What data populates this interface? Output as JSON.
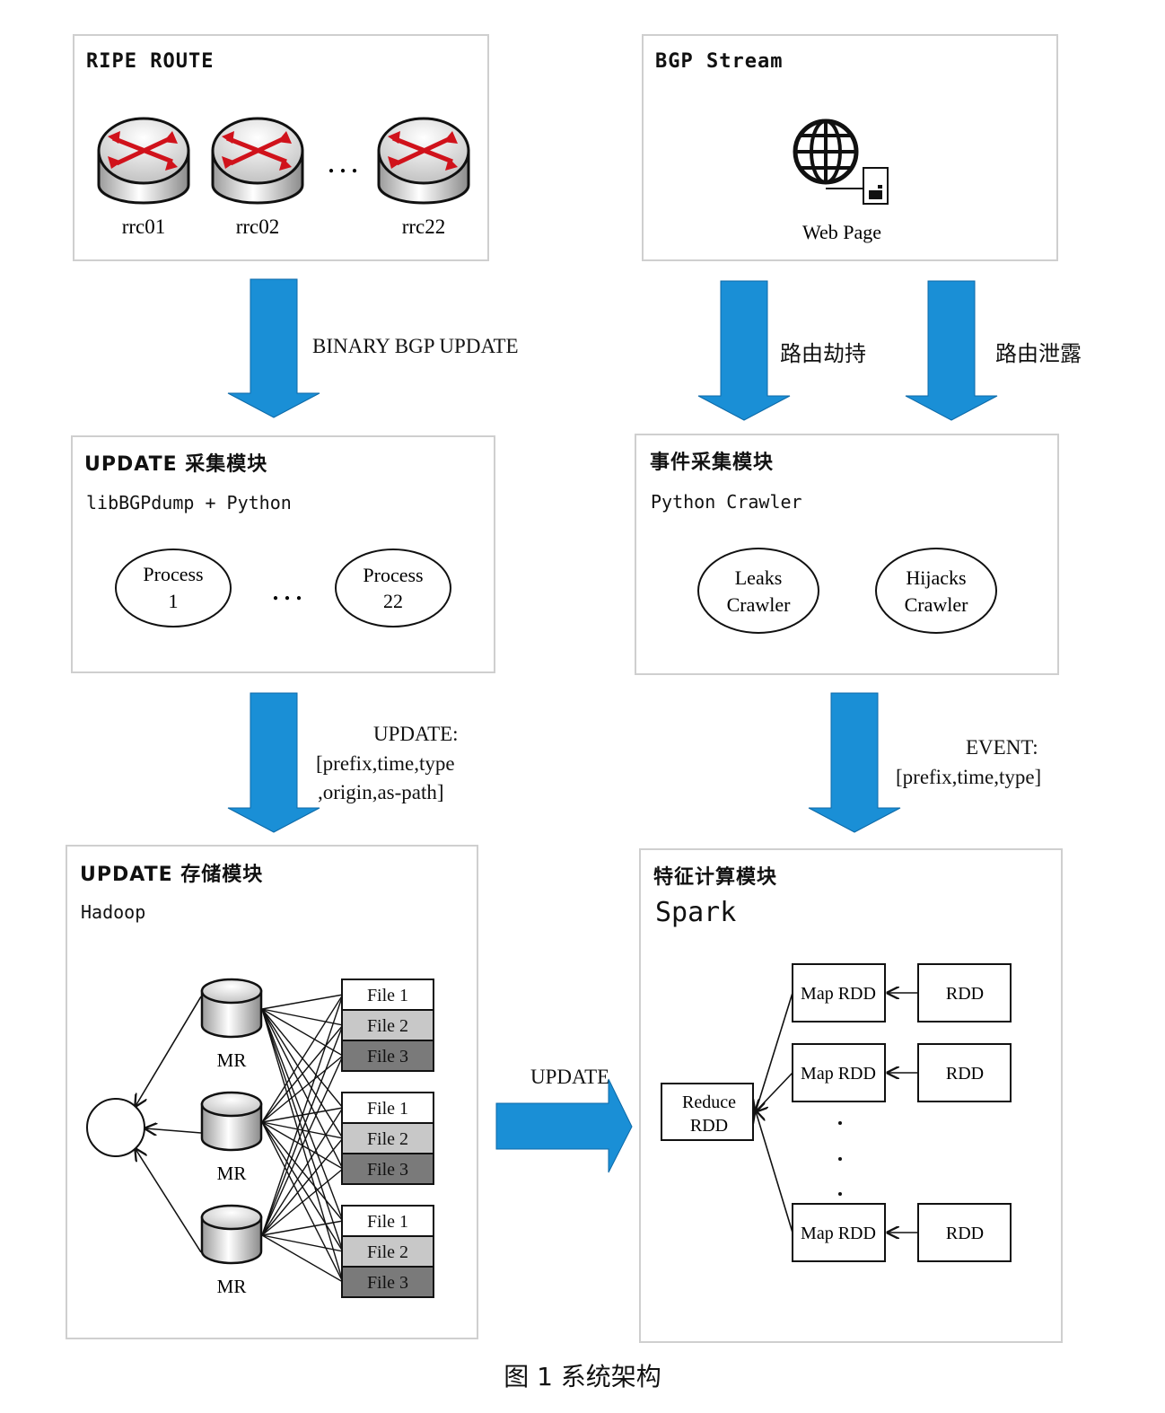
{
  "ripe": {
    "title": "RIPE ROUTE",
    "routers": [
      "rrc01",
      "rrc02",
      "rrc22"
    ],
    "ellipsis": ". . ."
  },
  "bgp": {
    "title": "BGP Stream",
    "web_page": "Web Page"
  },
  "arrows": {
    "binary": "BINARY BGP UPDATE",
    "hijack": "路由劫持",
    "leak": "路由泄露",
    "update_line1": "UPDATE:",
    "update_line2": "[prefix,time,type",
    "update_line3": ",origin,as-path]",
    "event_line1": "EVENT:",
    "event_line2": "[prefix,time,type]",
    "update_right": "UPDATE"
  },
  "collect": {
    "title": "UPDATE 采集模块",
    "subtitle": "libBGPdump + Python",
    "process1_a": "Process",
    "process1_b": "1",
    "process2_a": "Process",
    "process2_b": "22",
    "ellipsis": ". . ."
  },
  "event": {
    "title": "事件采集模块",
    "subtitle": "Python Crawler",
    "leaks_a": "Leaks",
    "leaks_b": "Crawler",
    "hijacks_a": "Hijacks",
    "hijacks_b": "Crawler"
  },
  "storage": {
    "title": "UPDATE 存储模块",
    "subtitle": "Hadoop",
    "mr_label": "MR",
    "files": [
      "File 1",
      "File 2",
      "File 3"
    ],
    "colors": [
      "#ffffff",
      "#c8c8c8",
      "#7a7a7a"
    ]
  },
  "feature": {
    "title": "特征计算模块",
    "subtitle": "Spark",
    "reduce_a": "Reduce",
    "reduce_b": "RDD",
    "map_label": "Map RDD",
    "rdd_label": "RDD"
  },
  "caption": "图 1  系统架构",
  "colors": {
    "arrow": "#1a8fd6",
    "border": "#cfcfcf"
  }
}
